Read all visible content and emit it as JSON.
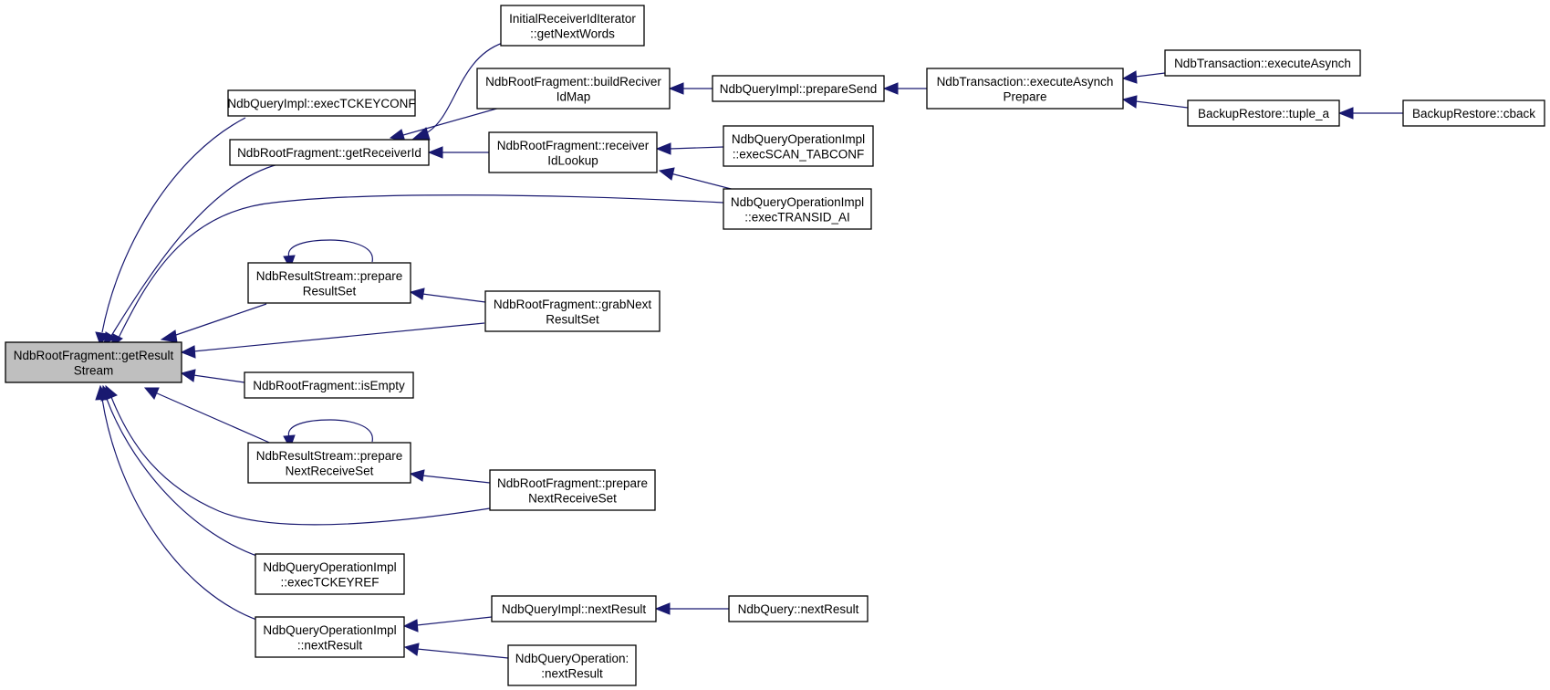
{
  "colors": {
    "edge": "#191970",
    "focus_fill": "#bfbfbf",
    "node_fill": "#ffffff",
    "border": "#000000"
  },
  "nodes": {
    "root": {
      "lines": [
        "NdbRootFragment::getResult",
        "Stream"
      ]
    },
    "execTCKEYCONF": {
      "lines": [
        "NdbQueryImpl::execTCKEYCONF"
      ]
    },
    "getReceiverId": {
      "lines": [
        "NdbRootFragment::getReceiverId"
      ]
    },
    "initRecvIter": {
      "lines": [
        "InitialReceiverIdIterator",
        "::getNextWords"
      ]
    },
    "buildRecvMap": {
      "lines": [
        "NdbRootFragment::buildReciver",
        "IdMap"
      ]
    },
    "prepareSend": {
      "lines": [
        "NdbQueryImpl::prepareSend"
      ]
    },
    "execAsyncPrepare": {
      "lines": [
        "NdbTransaction::executeAsynch",
        "Prepare"
      ]
    },
    "execAsynch": {
      "lines": [
        "NdbTransaction::executeAsynch"
      ]
    },
    "tupleA": {
      "lines": [
        "BackupRestore::tuple_a"
      ]
    },
    "cback": {
      "lines": [
        "BackupRestore::cback"
      ]
    },
    "recvIdLookup": {
      "lines": [
        "NdbRootFragment::receiver",
        "IdLookup"
      ]
    },
    "execScanTabconf": {
      "lines": [
        "NdbQueryOperationImpl",
        "::execSCAN_TABCONF"
      ]
    },
    "execTransidAi": {
      "lines": [
        "NdbQueryOperationImpl",
        "::execTRANSID_AI"
      ]
    },
    "prepResultSet": {
      "lines": [
        "NdbResultStream::prepare",
        "ResultSet"
      ]
    },
    "grabNext": {
      "lines": [
        "NdbRootFragment::grabNext",
        "ResultSet"
      ]
    },
    "isEmpty": {
      "lines": [
        "NdbRootFragment::isEmpty"
      ]
    },
    "prepNextRecvStream": {
      "lines": [
        "NdbResultStream::prepare",
        "NextReceiveSet"
      ]
    },
    "prepNextRecvFrag": {
      "lines": [
        "NdbRootFragment::prepare",
        "NextReceiveSet"
      ]
    },
    "execTckeyref": {
      "lines": [
        "NdbQueryOperationImpl",
        "::execTCKEYREF"
      ]
    },
    "opNextResult": {
      "lines": [
        "NdbQueryOperationImpl",
        "::nextResult"
      ]
    },
    "implNextResult": {
      "lines": [
        "NdbQueryImpl::nextResult"
      ]
    },
    "queryNextResult": {
      "lines": [
        "NdbQuery::nextResult"
      ]
    },
    "queryOpNextResult": {
      "lines": [
        "NdbQueryOperation:",
        ":nextResult"
      ]
    }
  }
}
